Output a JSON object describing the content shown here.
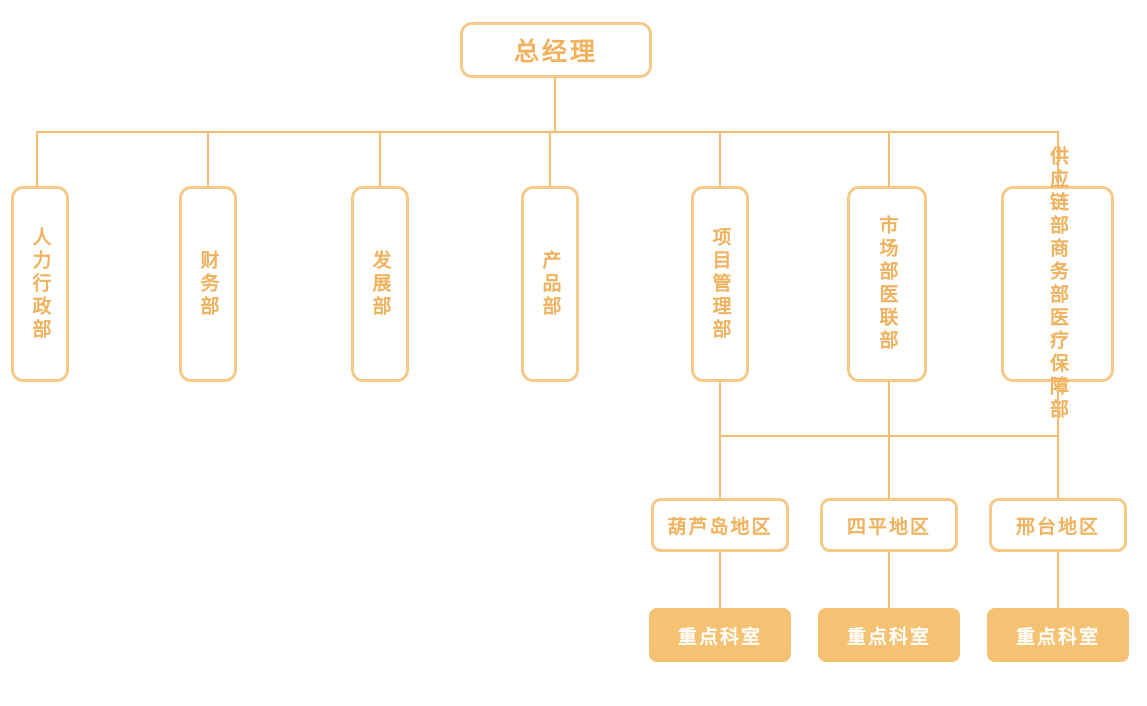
{
  "diagram": {
    "title_node": {
      "label": "总经理"
    },
    "departments": [
      {
        "label": "人力行政部",
        "columns": [
          "人力行政部"
        ]
      },
      {
        "label": "财务部",
        "columns": [
          "财务部"
        ]
      },
      {
        "label": "发展部",
        "columns": [
          "发展部"
        ]
      },
      {
        "label": "产品部",
        "columns": [
          "产品部"
        ]
      },
      {
        "label": "项目管理部",
        "columns": [
          "项目管理部"
        ]
      },
      {
        "label": "市场部 医联部",
        "columns": [
          "市场部",
          "医联部"
        ]
      },
      {
        "label": "供应链部 商务部 医疗保障部",
        "columns": [
          "供应链部",
          "商务部",
          "医疗保障部"
        ]
      }
    ],
    "regions": [
      {
        "label": "葫芦岛地区"
      },
      {
        "label": "四平地区"
      },
      {
        "label": "邢台地区"
      }
    ],
    "leaves": [
      {
        "label": "重点科室"
      },
      {
        "label": "重点科室"
      },
      {
        "label": "重点科室"
      }
    ],
    "colors": {
      "line": "#f2bd6f",
      "border": "#f7c988",
      "border_shadow": "#f3bb6c",
      "text": "#f0b25e",
      "fill": "#f5c273",
      "fill_text": "#ffffff",
      "background": "#ffffff"
    }
  }
}
